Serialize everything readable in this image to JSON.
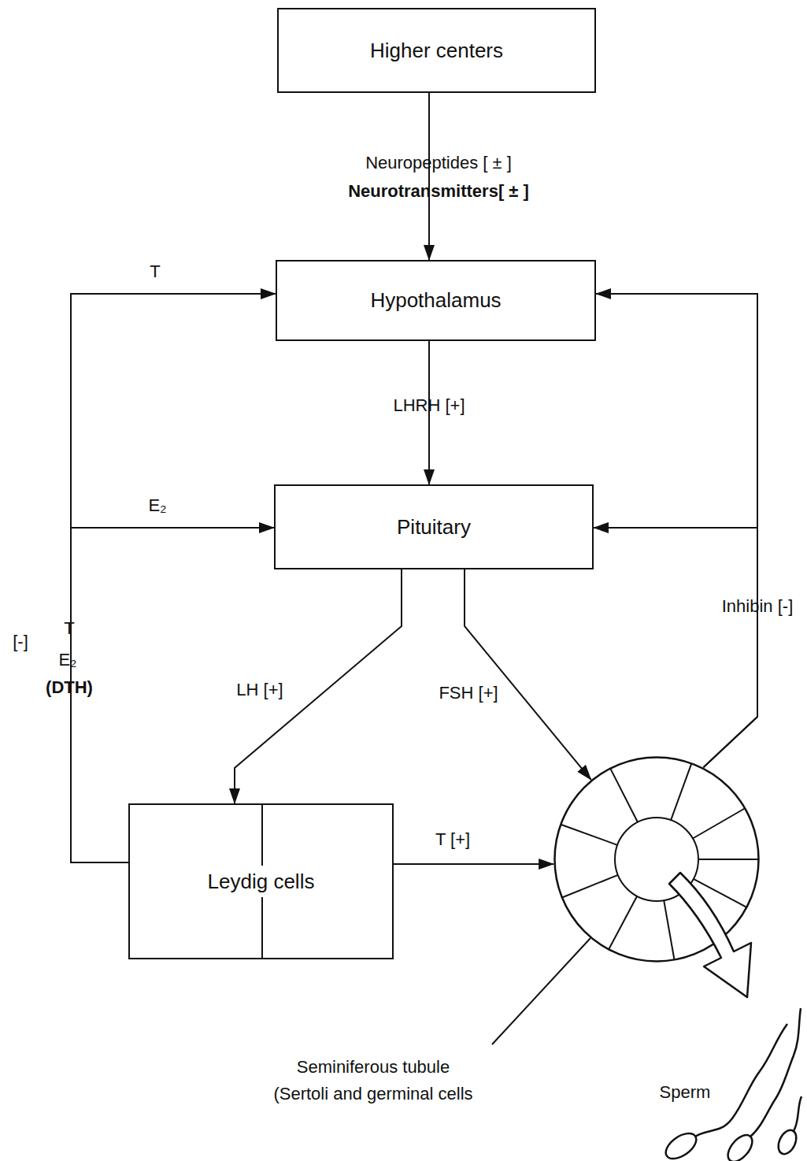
{
  "diagram": {
    "nodes": [
      {
        "text": [
          "Higher centers"
        ]
      },
      {
        "text": [
          "Hypothalamus"
        ]
      },
      {
        "text": [
          "Pituitary"
        ]
      },
      {
        "text": [
          "Leydig cells"
        ]
      },
      {
        "text": [
          "Seminiferous tubule (Sertoli and germinal cells"
        ]
      }
    ],
    "edges": [
      {
        "from": 0,
        "to": 1,
        "arrow": "to",
        "label": "Neuropeptides [ ± ]"
      },
      {
        "from": 1,
        "to": 2,
        "arrow": "to",
        "label": "LHRH [+]"
      },
      {
        "from": 2,
        "to": 3,
        "arrow": "to",
        "label": "LH [+]"
      },
      {
        "from": 2,
        "to": 4,
        "arrow": "to",
        "label": "FSH [+]"
      },
      {
        "from": 3,
        "to": 4,
        "arrow": "to",
        "label": "T [+]"
      },
      {
        "from": 3,
        "to": 1,
        "arrow": "to",
        "label": "T"
      },
      {
        "from": 3,
        "to": 2,
        "arrow": "to",
        "label": "E₂"
      },
      {
        "from": 4,
        "to": 1,
        "arrow": "to"
      },
      {
        "from": 4,
        "to": 2,
        "arrow": "to",
        "label": "Inhibin [-]"
      }
    ],
    "labels": [
      "Neurotransmitters[ ± ]",
      "[-]",
      "T",
      "E₂",
      "(DTH)",
      "Sperm"
    ]
  }
}
